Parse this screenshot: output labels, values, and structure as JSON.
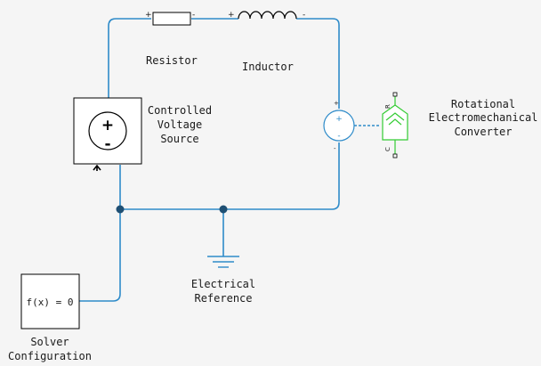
{
  "blocks": {
    "resistor": {
      "label": "Resistor",
      "plus": "+",
      "minus": "-"
    },
    "inductor": {
      "label": "Inductor",
      "plus": "+",
      "minus": "-"
    },
    "voltage_source": {
      "label_lines": [
        "Controlled",
        "Voltage",
        "Source"
      ],
      "plus": "+",
      "minus": "-"
    },
    "converter": {
      "label_lines": [
        "Rotational",
        "Electromechanical",
        "Converter"
      ],
      "plus": "+",
      "minus": "-",
      "port_r": "R",
      "port_c": "C"
    },
    "reference": {
      "label_lines": [
        "Electrical",
        "Reference"
      ]
    },
    "solver": {
      "expr": "f(x) = 0",
      "label_lines": [
        "Solver",
        "Configuration"
      ]
    }
  },
  "colors": {
    "wire": "#2e8bc9",
    "mechanical": "#33cc33",
    "background": "#f5f5f5"
  }
}
